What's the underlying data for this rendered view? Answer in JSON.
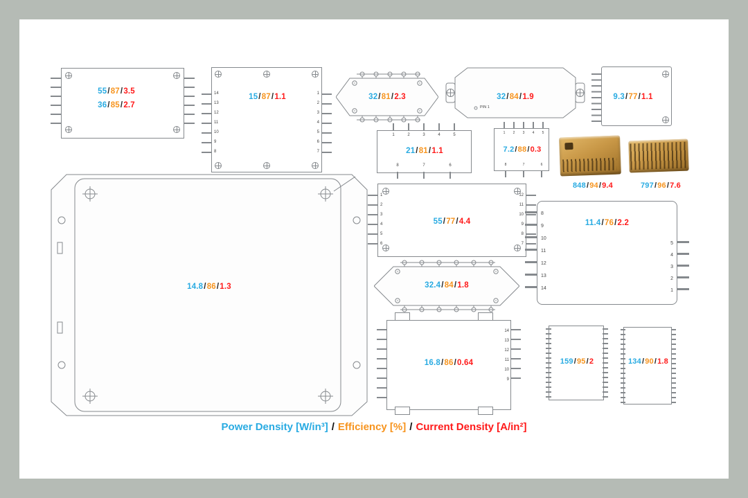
{
  "palette": {
    "power": "#29abe2",
    "efficiency": "#f7941e",
    "current": "#ff1a1a",
    "outline": "#85898d",
    "bg_outer": "#b5bbb5",
    "bg_canvas": "#ffffff"
  },
  "legend": {
    "separator": "/",
    "power_label": "Power Density [W/in³]",
    "efficiency_label": "Efficiency [%]",
    "current_label": "Current Density [A/in²]"
  },
  "modules": {
    "a": {
      "row1": {
        "p": "55",
        "e": "87",
        "c": "3.5"
      },
      "row2": {
        "p": "36",
        "e": "85",
        "c": "2.7"
      }
    },
    "b": {
      "p": "15",
      "e": "87",
      "c": "1.1",
      "left_pins": [
        "14",
        "13",
        "12",
        "11",
        "10",
        "9",
        "8"
      ],
      "right_pins": [
        "1",
        "2",
        "3",
        "4",
        "5",
        "6",
        "7"
      ]
    },
    "c": {
      "p": "32",
      "e": "81",
      "c": "2.3"
    },
    "d": {
      "p": "32",
      "e": "84",
      "c": "1.9",
      "pin1_label": "PIN 1"
    },
    "e": {
      "p": "9.3",
      "e": "77",
      "c": "1.1"
    },
    "f": {
      "p": "21",
      "e": "81",
      "c": "1.1",
      "top_pins": [
        "1",
        "2",
        "3",
        "4",
        "5"
      ],
      "bottom_pins": [
        "8",
        "7",
        "6"
      ]
    },
    "g": {
      "p": "7.2",
      "e": "88",
      "c": "0.3",
      "top_pins": [
        "1",
        "2",
        "3",
        "4",
        "5"
      ],
      "bottom_pins": [
        "8",
        "7",
        "6"
      ]
    },
    "h": {
      "p": "848",
      "e": "94",
      "c": "9.4"
    },
    "i": {
      "p": "797",
      "e": "96",
      "c": "7.6"
    },
    "j": {
      "p": "14.8",
      "e": "86",
      "c": "1.3"
    },
    "k": {
      "p": "55",
      "e": "77",
      "c": "4.4",
      "left_pins": [
        "1",
        "2",
        "3",
        "4",
        "5",
        "6"
      ],
      "right_pins": [
        "12",
        "11",
        "10",
        "9",
        "8",
        "7"
      ]
    },
    "l": {
      "p": "32.4",
      "e": "84",
      "c": "1.8"
    },
    "m": {
      "p": "11.4",
      "e": "76",
      "c": "2.2",
      "left_pins": [
        "8",
        "9",
        "10",
        "11",
        "12",
        "13",
        "14"
      ],
      "right_pins": [
        "5",
        "4",
        "3",
        "2",
        "1"
      ]
    },
    "n": {
      "p": "16.8",
      "e": "86",
      "c": "0.64",
      "right_pins": [
        "14",
        "13",
        "12",
        "11",
        "10",
        "9"
      ]
    },
    "o": {
      "p": "159",
      "e": "95",
      "c": "2"
    },
    "p": {
      "p": "134",
      "e": "90",
      "c": "1.8"
    }
  }
}
